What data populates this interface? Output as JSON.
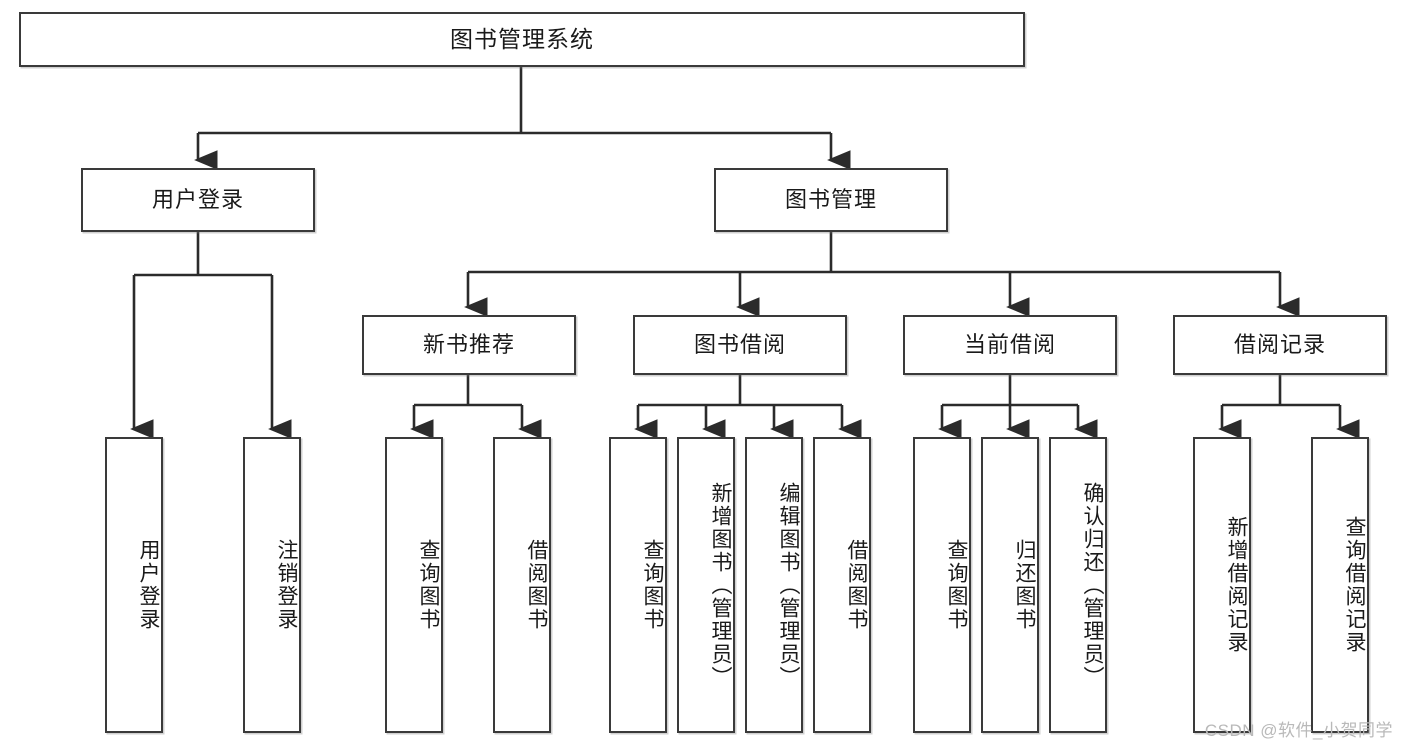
{
  "diagram": {
    "title": "图书管理系统",
    "type": "tree-hierarchy-diagram",
    "root": {
      "id": "root",
      "label": "图书管理系统"
    },
    "level2": [
      {
        "id": "user-login",
        "label": "用户登录"
      },
      {
        "id": "book-management",
        "label": "图书管理"
      }
    ],
    "level3": [
      {
        "id": "new-book-recommend",
        "label": "新书推荐"
      },
      {
        "id": "book-borrow",
        "label": "图书借阅"
      },
      {
        "id": "current-borrow",
        "label": "当前借阅"
      },
      {
        "id": "borrow-record",
        "label": "借阅记录"
      }
    ],
    "leaves": [
      {
        "id": "leaf-user-login",
        "label": "用户登录"
      },
      {
        "id": "leaf-logout-login",
        "label": "注销登录"
      },
      {
        "id": "leaf-query-book-1",
        "label": "查询图书"
      },
      {
        "id": "leaf-borrow-book-1",
        "label": "借阅图书"
      },
      {
        "id": "leaf-query-book-2",
        "label": "查询图书"
      },
      {
        "id": "leaf-add-book-admin",
        "label": "新增图书（管理员）"
      },
      {
        "id": "leaf-edit-book-admin",
        "label": "编辑图书（管理员）"
      },
      {
        "id": "leaf-borrow-book-2",
        "label": "借阅图书"
      },
      {
        "id": "leaf-query-book-3",
        "label": "查询图书"
      },
      {
        "id": "leaf-return-book",
        "label": "归还图书"
      },
      {
        "id": "leaf-confirm-return-admin",
        "label": "确认归还（管理员）"
      },
      {
        "id": "leaf-add-borrow-record",
        "label": "新增借阅记录"
      },
      {
        "id": "leaf-query-borrow-record",
        "label": "查询借阅记录"
      }
    ]
  },
  "watermark": {
    "text": "CSDN @软件_小贺同学"
  },
  "colors": {
    "border": "#3a3a3a",
    "background": "#ffffff",
    "text": "#1a1a1a",
    "watermark": "#b9b9b9"
  }
}
